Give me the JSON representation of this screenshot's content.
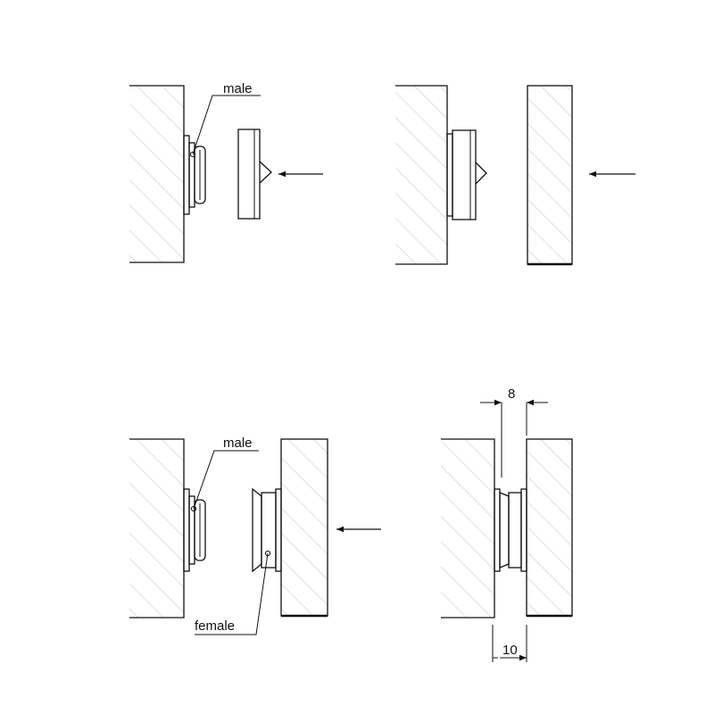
{
  "labels": {
    "male_top": "male",
    "male_bottom": "male",
    "female": "female",
    "dim_gap": "8",
    "dim_total": "10"
  }
}
